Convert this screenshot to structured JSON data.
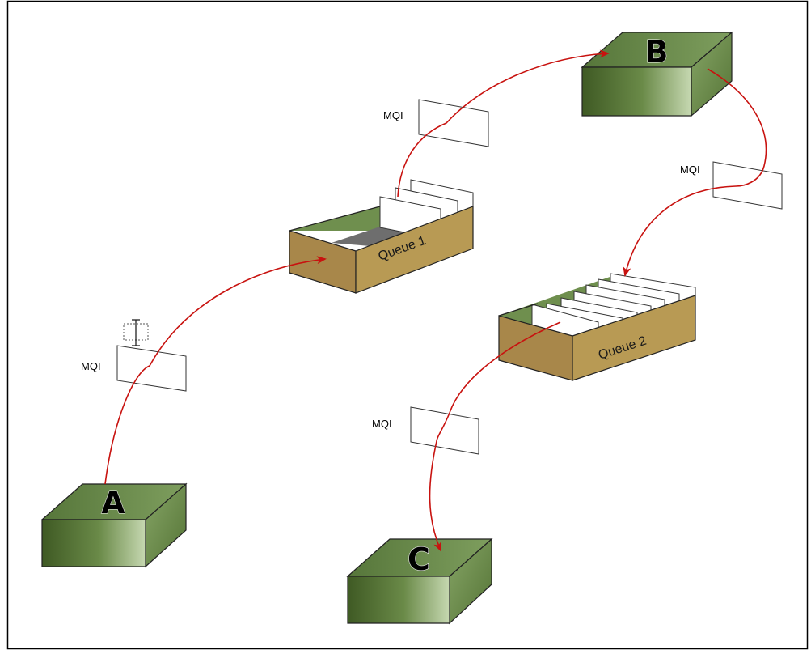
{
  "diagram": {
    "nodes": {
      "a": {
        "label": "A"
      },
      "b": {
        "label": "B"
      },
      "c": {
        "label": "C"
      }
    },
    "queues": {
      "q1": {
        "label": "Queue 1"
      },
      "q2": {
        "label": "Queue 2"
      }
    },
    "messages": {
      "m1": {
        "label": "MQI"
      },
      "m2": {
        "label": "MQI"
      },
      "m3": {
        "label": "MQI"
      },
      "m4": {
        "label": "MQI"
      }
    },
    "colors": {
      "arrow": "#c8120f",
      "box_green_dark": "#4f6b2e",
      "box_green_light": "#9ab57a",
      "queue_tan": "#b89a54",
      "queue_tan_dark": "#a08444",
      "queue_floor": "#6e6e6e",
      "frame_border": "#000000"
    }
  }
}
